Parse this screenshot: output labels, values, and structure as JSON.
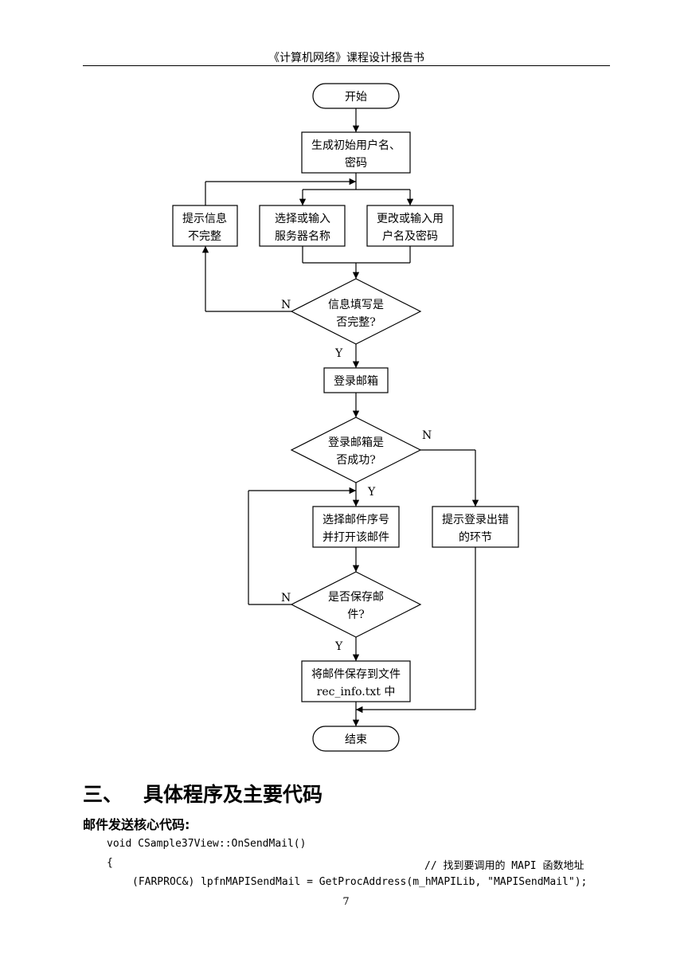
{
  "header": {
    "title": "《计算机网络》课程设计报告书"
  },
  "flowchart": {
    "start": "开始",
    "gen_line1": "生成初始用户名、",
    "gen_line2": "密码",
    "prompt_line1": "提示信息",
    "prompt_line2": "不完整",
    "server_line1": "选择或输入",
    "server_line2": "服务器名称",
    "user_line1": "更改或输入用",
    "user_line2": "户名及密码",
    "check_line1": "信息填写是",
    "check_line2": "否完整?",
    "login": "登录邮箱",
    "login_check_line1": "登录邮箱是",
    "login_check_line2": "否成功?",
    "select_line1": "选择邮件序号",
    "select_line2": "并打开该邮件",
    "error_line1": "提示登录出错",
    "error_line2": "的环节",
    "save_check_line1": "是否保存邮",
    "save_check_line2": "件?",
    "save_line1": "将邮件保存到文件",
    "save_line2": "rec_info.txt 中",
    "end": "结束",
    "yes": "Y",
    "no": "N"
  },
  "section": {
    "number": "三、",
    "title": "具体程序及主要代码"
  },
  "subheading": "邮件发送核心代码:",
  "code": {
    "line1": "void CSample37View::OnSendMail()",
    "line2_brace": "{",
    "line2_comment": "// 找到要调用的 MAPI 函数地址",
    "line3": "(FARPROC&) lpfnMAPISendMail = GetProcAddress(m_hMAPILib, \"MAPISendMail\");"
  },
  "page_number": "7"
}
